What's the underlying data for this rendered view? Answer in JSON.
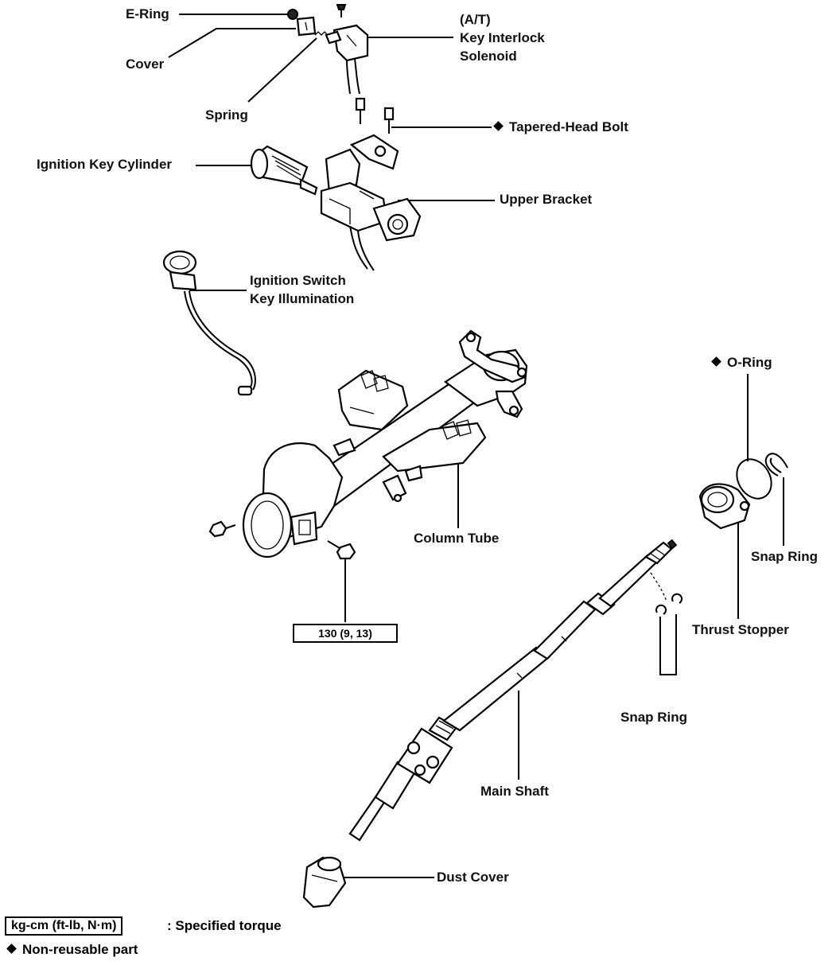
{
  "labels": {
    "e_ring": "E-Ring",
    "cover": "Cover",
    "spring": "Spring",
    "solenoid": [
      "(A/T)",
      "Key Interlock",
      "Solenoid"
    ],
    "tapered_head_bolt": "Tapered-Head Bolt",
    "ignition_key_cylinder": "Ignition Key Cylinder",
    "upper_bracket": "Upper Bracket",
    "ignition_switch": [
      "Ignition Switch",
      "Key Illumination"
    ],
    "o_ring": "O-Ring",
    "snap_ring_right": "Snap Ring",
    "column_tube": "Column Tube",
    "thrust_stopper": "Thrust Stopper",
    "snap_ring_shaft": "Snap Ring",
    "main_shaft": "Main Shaft",
    "dust_cover": "Dust Cover"
  },
  "torque_spec": "130 (9, 13)",
  "legend": {
    "torque_box": "kg-cm (ft-lb, N·m)",
    "torque_text": ": Specified torque",
    "non_reusable": "Non-reusable part"
  }
}
